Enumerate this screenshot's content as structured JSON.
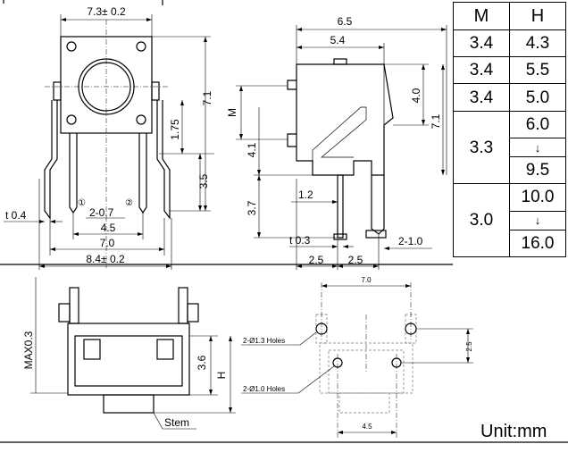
{
  "top_view": {
    "width_top": "7.3± 0.2",
    "height": "7.1",
    "dim_175": "1.75",
    "dim_35": "3.5",
    "pitch": "2-0.7",
    "dim_45": "4.5",
    "dim_70": "7.0",
    "width_bottom": "8.4± 0.2",
    "thickness": "t 0.4",
    "pin1": "①",
    "pin2": "②"
  },
  "side_view": {
    "dim_65": "6.5",
    "dim_54": "5.4",
    "dim_40": "4.0",
    "dim_71": "7.1",
    "dim_m": "M",
    "dim_41": "4.1",
    "dim_12": "1.2",
    "dim_37": "3.7",
    "dim_t03": "t 0.3",
    "dim_2_10": "2-1.0",
    "dim_25a": "2.5",
    "dim_25b": "2.5"
  },
  "front_view": {
    "max03": "MAX0.3",
    "dim_36": "3.6",
    "dim_h": "H",
    "stem": "Stem"
  },
  "pcb_layout": {
    "dim_70": "7.0",
    "holes_13": "2-Ø1.3 Holes",
    "holes_10": "2-Ø1.0 Holes",
    "dim_25": "2.5",
    "dim_45": "4.5"
  },
  "table": {
    "headers": [
      "M",
      "H"
    ],
    "rows": [
      {
        "m": "3.4",
        "h": "4.3"
      },
      {
        "m": "3.4",
        "h": "5.5"
      },
      {
        "m": "3.4",
        "h": "5.0"
      },
      {
        "m": "3.3",
        "h_from": "6.0",
        "h_to": "9.5",
        "arrow": "↓"
      },
      {
        "m": "3.0",
        "h_from": "10.0",
        "h_to": "16.0",
        "arrow": "↓"
      }
    ]
  },
  "unit_label": "Unit:mm"
}
